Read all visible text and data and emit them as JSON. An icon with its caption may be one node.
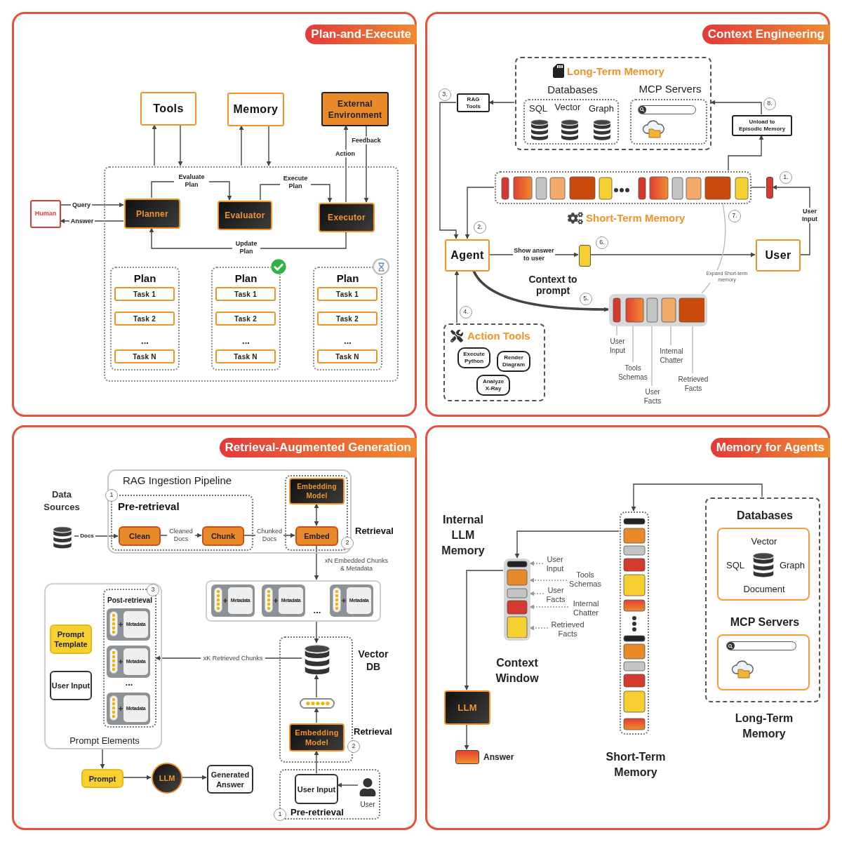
{
  "diagram": {
    "nodes": [
      {
        "text": [
          "Plan-and-Execute"
        ]
      },
      {
        "text": [
          "Tools"
        ],
        "in": 0
      },
      {
        "text": [
          "Memory"
        ],
        "in": 0
      },
      {
        "text": [
          "External Environment"
        ],
        "in": 0
      },
      {
        "text": [],
        "shape": "box",
        "in": 0
      },
      {
        "text": [
          "Human"
        ],
        "in": 0
      },
      {
        "text": [
          "Planner"
        ],
        "in": 4
      },
      {
        "text": [
          "Evaluator"
        ],
        "in": 4
      },
      {
        "text": [
          "Executor"
        ],
        "in": 4
      },
      {
        "text": [
          "Plan",
          "..."
        ],
        "in": 4
      },
      {
        "text": [
          "Task 1"
        ],
        "in": 9
      },
      {
        "text": [
          "Task 2"
        ],
        "in": 9
      },
      {
        "text": [
          "Task N"
        ],
        "in": 9
      },
      {
        "text": [
          "Plan",
          "..."
        ],
        "in": 4
      },
      {
        "text": [
          "Task 1"
        ],
        "in": 13
      },
      {
        "text": [
          "Task 2"
        ],
        "in": 13
      },
      {
        "text": [
          "Task N"
        ],
        "in": 13
      },
      {
        "text": [
          "Plan",
          "..."
        ],
        "in": 4
      },
      {
        "text": [
          "Task 1"
        ],
        "in": 17
      },
      {
        "text": [
          "Task 2"
        ],
        "in": 17
      },
      {
        "text": [
          "Task N"
        ],
        "in": 17
      },
      {
        "text": [
          "Context Engineering"
        ]
      },
      {
        "text": [
          "Long-Term Memory"
        ],
        "in": 21
      },
      {
        "text": [
          "Databases",
          "SQL",
          "Vector",
          "Graph"
        ],
        "in": 22
      },
      {
        "text": [
          "MCP Servers"
        ],
        "in": 22
      },
      {
        "text": [
          "RAG Tools"
        ],
        "in": 21
      },
      {
        "text": [
          "Unload to Episodic Memory"
        ],
        "in": 21
      },
      {
        "text": [
          "Short-Term Memory"
        ],
        "in": 21
      },
      {
        "text": [],
        "shape": "bar",
        "in": 21
      },
      {
        "text": [
          "Agent"
        ],
        "in": 21
      },
      {
        "text": [],
        "shape": "bar",
        "in": 21
      },
      {
        "text": [
          "User"
        ],
        "in": 21
      },
      {
        "text": [],
        "shape": "box",
        "in": 21
      },
      {
        "text": [
          "Action Tools"
        ],
        "in": 21
      },
      {
        "text": [
          "Execute Python"
        ],
        "in": 33
      },
      {
        "text": [
          "Render Diagram"
        ],
        "in": 33
      },
      {
        "text": [
          "Analyze X-Ray"
        ],
        "in": 33
      },
      {
        "text": [
          "User Input"
        ],
        "in": 21
      },
      {
        "text": [
          "Internal Chatter"
        ],
        "in": 21
      },
      {
        "text": [
          "Tools Schemas"
        ],
        "in": 21
      },
      {
        "text": [
          "Retrieved Facts"
        ],
        "in": 21
      },
      {
        "text": [
          "User Facts"
        ],
        "in": 21
      },
      {
        "text": [
          "Retrieval-Augmented Generation"
        ]
      },
      {
        "text": [],
        "shape": "cylinder",
        "in": 42
      },
      {
        "text": [
          "RAG Ingestion Pipeline"
        ],
        "in": 42
      },
      {
        "text": [
          "Pre-retrieval"
        ],
        "in": 44
      },
      {
        "text": [
          "Clean"
        ],
        "in": 45
      },
      {
        "text": [
          "Chunk"
        ],
        "in": 45
      },
      {
        "text": [
          "Retrieval"
        ],
        "in": 44
      },
      {
        "text": [
          "Embedding Model"
        ],
        "in": 48
      },
      {
        "text": [
          "Embed"
        ],
        "in": 48
      },
      {
        "text": [],
        "shape": "box",
        "in": 42
      },
      {
        "text": [
          "Metadata"
        ],
        "in": 51
      },
      {
        "text": [
          "Metadata"
        ],
        "in": 51
      },
      {
        "text": [
          "Metadata"
        ],
        "in": 51
      },
      {
        "text": [
          "Prompt Elements"
        ],
        "in": 42
      },
      {
        "text": [
          "Prompt Template"
        ],
        "in": 55
      },
      {
        "text": [
          "User Input"
        ],
        "in": 55
      },
      {
        "text": [
          "Post-retrieval"
        ],
        "in": 55
      },
      {
        "text": [
          "Metadata"
        ],
        "in": 58
      },
      {
        "text": [
          "Metadata"
        ],
        "in": 58
      },
      {
        "text": [
          "Metadata"
        ],
        "in": 58
      },
      {
        "text": [
          "Vector DB",
          "Retrieval"
        ],
        "in": 42
      },
      {
        "text": [],
        "shape": "cylinder",
        "in": 62
      },
      {
        "text": [],
        "shape": "bar",
        "in": 62
      },
      {
        "text": [
          "Embedding Model"
        ],
        "in": 62
      },
      {
        "text": [
          "Pre-retrieval"
        ],
        "in": 42
      },
      {
        "text": [
          "User Input"
        ],
        "in": 66
      },
      {
        "text": [],
        "shape": "person",
        "beside": [
          "User"
        ],
        "in": 66
      },
      {
        "text": [
          "Prompt"
        ],
        "in": 42
      },
      {
        "text": [
          "LLM"
        ],
        "in": 42
      },
      {
        "text": [
          "Generated Answer"
        ],
        "in": 42
      },
      {
        "text": [
          "Memory for Agents"
        ]
      },
      {
        "text": [
          "Context Window"
        ],
        "in": 72
      },
      {
        "text": [
          "User Input"
        ],
        "in": 72
      },
      {
        "text": [
          "Tools Schemas"
        ],
        "in": 72
      },
      {
        "text": [
          "User Facts"
        ],
        "in": 72
      },
      {
        "text": [
          "Internal Chatter"
        ],
        "in": 72
      },
      {
        "text": [
          "Retrieved Facts"
        ],
        "in": 72
      },
      {
        "text": [
          "Short-Term Memory"
        ],
        "in": 72
      },
      {
        "text": [
          "Long-Term Memory"
        ],
        "in": 72
      },
      {
        "text": [
          "Databases",
          "Vector",
          "SQL",
          "Graph",
          "Document"
        ],
        "in": 80
      },
      {
        "text": [
          "MCP Servers"
        ],
        "in": 80
      },
      {
        "text": [
          "LLM"
        ],
        "in": 72
      },
      {
        "text": [],
        "shape": "bar",
        "beside": [
          "Answer"
        ],
        "in": 72
      }
    ],
    "edges": [
      {
        "from": 4,
        "to": 1,
        "arrow": "to"
      },
      {
        "from": 1,
        "to": 4,
        "arrow": "to"
      },
      {
        "from": 4,
        "to": 2,
        "arrow": "to"
      },
      {
        "from": 2,
        "to": 4,
        "arrow": "to"
      },
      {
        "from": 8,
        "to": 3,
        "arrow": "to",
        "label": "Action"
      },
      {
        "from": 3,
        "to": 8,
        "arrow": "to",
        "label": "Feedback"
      },
      {
        "from": 5,
        "to": 6,
        "arrow": "to",
        "label": "Query"
      },
      {
        "from": 6,
        "to": 5,
        "arrow": "to",
        "label": "Answer"
      },
      {
        "from": 6,
        "to": 7,
        "arrow": "to",
        "label": "Evaluate Plan"
      },
      {
        "from": 7,
        "to": 8,
        "arrow": "to",
        "label": "Execute Plan"
      },
      {
        "from": 8,
        "to": 6,
        "arrow": "to",
        "label": "Update Plan"
      },
      {
        "from": 22,
        "to": 25,
        "arrow": "to"
      },
      {
        "from": 25,
        "to": 29,
        "arrow": "to"
      },
      {
        "from": 27,
        "to": 29,
        "arrow": "to"
      },
      {
        "from": 26,
        "to": 22,
        "arrow": "to"
      },
      {
        "from": 27,
        "to": 26,
        "arrow": "to"
      },
      {
        "from": 31,
        "to": 28,
        "arrow": "to",
        "label": "User Input"
      },
      {
        "from": 28,
        "to": 27,
        "arrow": "none"
      },
      {
        "from": 29,
        "to": 30,
        "arrow": "to",
        "label": "Show answer to user"
      },
      {
        "from": 30,
        "to": 31,
        "arrow": "to"
      },
      {
        "from": 29,
        "to": 32,
        "arrow": "to",
        "label": "Context to prompt",
        "style": "thick"
      },
      {
        "from": 33,
        "to": 29,
        "arrow": "to"
      },
      {
        "from": 32,
        "to": 27,
        "arrow": "none",
        "label": "Expand Short-term memory",
        "color": "#bbbbbb"
      },
      {
        "from": 37,
        "to": 32,
        "arrow": "none",
        "color": "#bbbbbb"
      },
      {
        "from": 38,
        "to": 32,
        "arrow": "none",
        "color": "#bbbbbb"
      },
      {
        "from": 39,
        "to": 32,
        "arrow": "none",
        "color": "#bbbbbb"
      },
      {
        "from": 40,
        "to": 32,
        "arrow": "none",
        "color": "#bbbbbb"
      },
      {
        "from": 41,
        "to": 32,
        "arrow": "none",
        "color": "#bbbbbb"
      },
      {
        "from": 43,
        "to": 46,
        "arrow": "to",
        "label": "Docs"
      },
      {
        "from": 46,
        "to": 47,
        "arrow": "to",
        "label": "Cleaned Docs"
      },
      {
        "from": 47,
        "to": 50,
        "arrow": "to",
        "label": "Chunked Docs"
      },
      {
        "from": 50,
        "to": 49,
        "arrow": "both"
      },
      {
        "from": 50,
        "to": 51,
        "arrow": "to",
        "label": "xN Embedded Chunks & Metadata"
      },
      {
        "from": 51,
        "to": 63,
        "arrow": "to"
      },
      {
        "from": 63,
        "to": 58,
        "arrow": "to",
        "label": "xK Retrieved Chunks"
      },
      {
        "from": 67,
        "to": 65,
        "arrow": "to"
      },
      {
        "from": 65,
        "to": 64,
        "arrow": "to"
      },
      {
        "from": 64,
        "to": 63,
        "arrow": "to"
      },
      {
        "from": 68,
        "to": 67,
        "arrow": "to"
      },
      {
        "from": 55,
        "to": 69,
        "arrow": "to"
      },
      {
        "from": 69,
        "to": 70,
        "arrow": "to"
      },
      {
        "from": 70,
        "to": 71,
        "arrow": "to"
      },
      {
        "from": 80,
        "to": 79,
        "arrow": "to"
      },
      {
        "from": 79,
        "to": 73,
        "arrow": "to"
      },
      {
        "from": 73,
        "to": 83,
        "arrow": "to"
      },
      {
        "from": 83,
        "to": 84,
        "arrow": "to"
      },
      {
        "from": 74,
        "to": 73,
        "arrow": "to",
        "style": "dashed",
        "color": "#999999"
      },
      {
        "from": 75,
        "to": 73,
        "arrow": "to",
        "style": "dashed",
        "color": "#999999"
      },
      {
        "from": 76,
        "to": 73,
        "arrow": "to",
        "style": "dashed",
        "color": "#999999"
      },
      {
        "from": 77,
        "to": 73,
        "arrow": "to",
        "style": "dashed",
        "color": "#999999"
      },
      {
        "from": 78,
        "to": 73,
        "arrow": "to",
        "style": "dashed",
        "color": "#999999"
      }
    ],
    "labels": [
      "3.",
      "8.",
      "1.",
      "7.",
      "2.",
      "6.",
      "5.",
      "4.",
      "Data Sources",
      "1",
      "2",
      "3",
      "...",
      "...",
      "2",
      "1",
      "Internal LLM Memory"
    ]
  }
}
